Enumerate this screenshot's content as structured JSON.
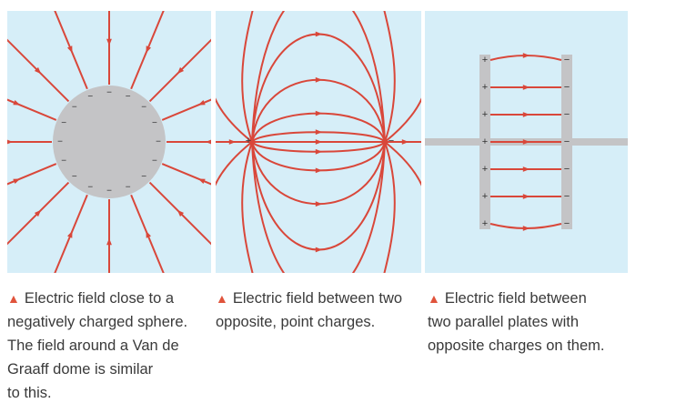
{
  "colors": {
    "field_line": "#d9473a",
    "panel_bg": "#d6eef8",
    "conductor": "#c4c4c6",
    "caption_marker": "#e0533b"
  },
  "panels": [
    {
      "sphere_charge_sign": "−",
      "caption_marker": "▲",
      "caption_lines": [
        "Electric field close to a",
        "negatively charged sphere.",
        "The field around a Van de",
        "Graaff dome is similar",
        "to this."
      ]
    },
    {
      "left_charge_sign": "+",
      "right_charge_sign": "−",
      "caption_marker": "▲",
      "caption_lines": [
        "Electric field between two",
        "opposite, point charges."
      ]
    },
    {
      "left_plate_sign": "+",
      "right_plate_sign": "−",
      "caption_marker": "▲",
      "caption_lines": [
        "Electric field between",
        "two parallel plates with",
        "opposite charges on them."
      ]
    }
  ]
}
